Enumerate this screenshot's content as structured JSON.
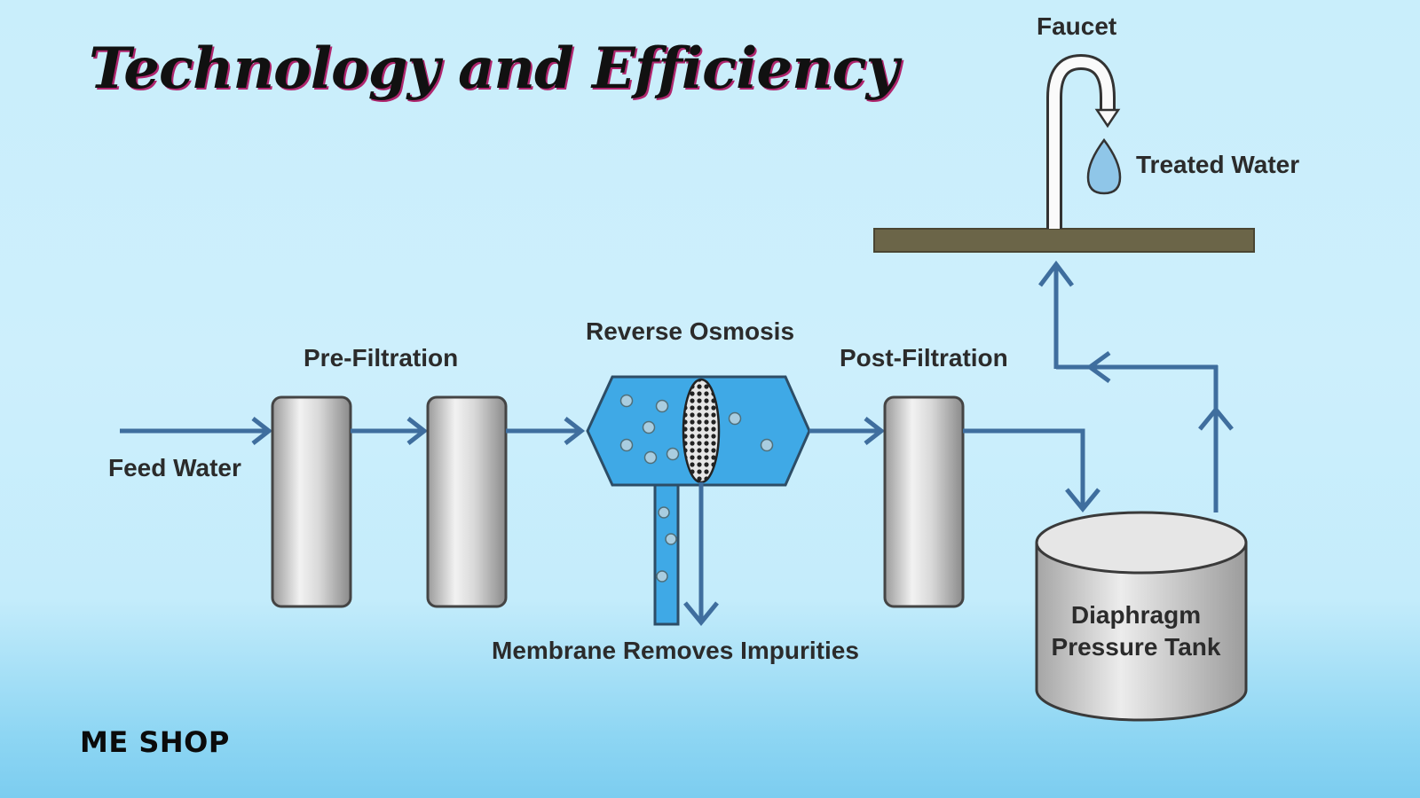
{
  "title": "Technology and Efficiency",
  "brand": "ME SHOP",
  "labels": {
    "faucet": "Faucet",
    "treated_water": "Treated Water",
    "pre_filtration": "Pre-Filtration",
    "reverse_osmosis": "Reverse Osmosis",
    "post_filtration": "Post-Filtration",
    "feed_water": "Feed Water",
    "membrane": "Membrane Removes Impurities",
    "tank_line1": "Diaphragm",
    "tank_line2": "Pressure Tank"
  },
  "colors": {
    "pipe": "#3f6e9e",
    "ro_housing": "#3fa9e6",
    "counter": "#6b6548",
    "title_shadow": "#b0266e"
  }
}
